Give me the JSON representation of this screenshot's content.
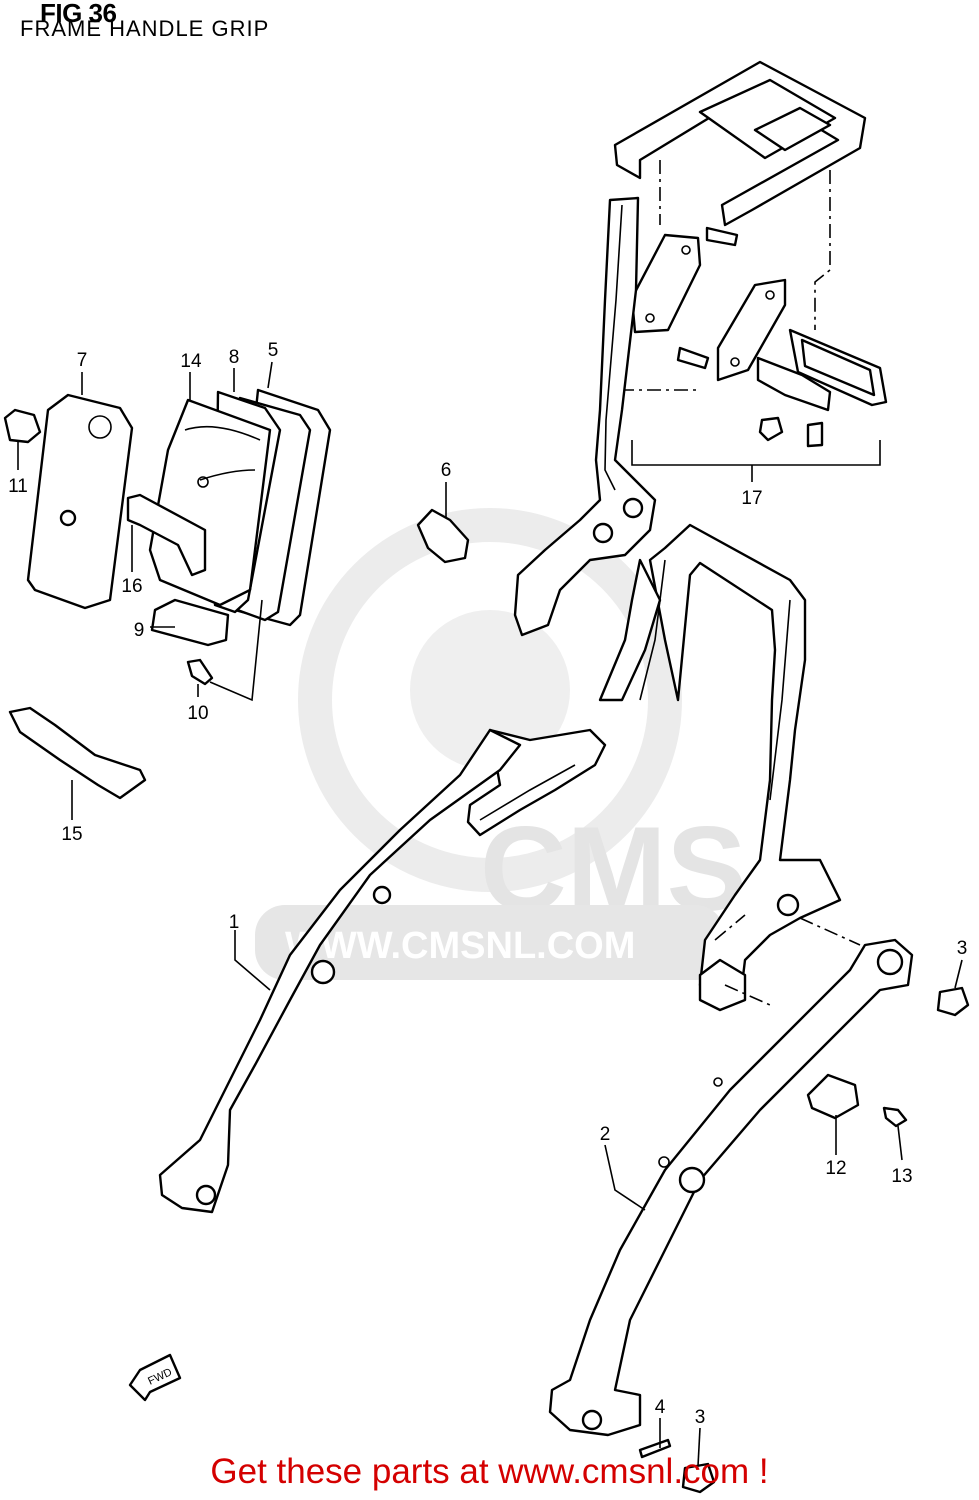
{
  "figure": {
    "title": "FIG 36",
    "subtitle": "FRAME HANDLE GRIP"
  },
  "watermark": {
    "brand": "CMS",
    "url": "WWW.CMSNL.COM"
  },
  "direction_marker": "FWD",
  "callouts": [
    "1",
    "2",
    "3",
    "3",
    "4",
    "5",
    "6",
    "7",
    "8",
    "9",
    "10",
    "11",
    "12",
    "13",
    "14",
    "15",
    "16",
    "17"
  ],
  "footer": {
    "cta": "Get these parts at www.cmsnl.com !"
  }
}
